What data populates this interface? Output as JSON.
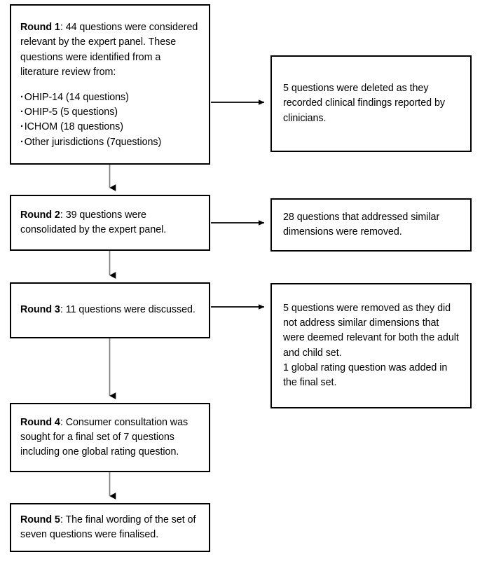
{
  "figure": {
    "type": "flowchart",
    "orientation": "vertical-with-side-exclusions",
    "accent_color": "#000000",
    "vertical_connector_color": "#808080",
    "horizontal_connector_color": "#000000",
    "background_color": "#ffffff"
  },
  "nodes": {
    "round1": {
      "label": "Round 1",
      "separator": ": ",
      "text": "44 questions were considered relevant by the expert panel. These questions were identified from a literature review from:",
      "bullets": [
        "OHIP-14 (14 questions)",
        "OHIP-5 (5 questions)",
        "ICHOM (18 questions)",
        "Other jurisdictions (7questions)"
      ]
    },
    "round2": {
      "label": "Round 2",
      "separator": ": ",
      "text": "39 questions were consolidated by the expert panel."
    },
    "round3": {
      "label": "Round 3",
      "separator": ": ",
      "text": "11 questions were discussed."
    },
    "round4": {
      "label": "Round 4",
      "separator": ": ",
      "text": "Consumer consultation was sought for a final set of 7 questions including one global rating question."
    },
    "round5": {
      "label": "Round 5",
      "separator": ": ",
      "text": "The final wording of the set of seven questions were finalised."
    },
    "exclusion1": {
      "text": "5 questions were deleted as they recorded clinical findings reported by clinicians."
    },
    "exclusion2": {
      "text": "28 questions that addressed similar dimensions were removed."
    },
    "exclusion3": {
      "line1": "5 questions were removed as they did not address similar dimensions that were deemed relevant for both the adult and child set.",
      "line2": "1 global rating question was added in the final set."
    }
  },
  "connectors": [
    {
      "name": "round1-to-exclusion1",
      "kind": "horizontal-arrow"
    },
    {
      "name": "round1-to-round2",
      "kind": "vertical-arrow"
    },
    {
      "name": "round2-to-exclusion2",
      "kind": "horizontal-arrow"
    },
    {
      "name": "round2-to-round3",
      "kind": "vertical-arrow"
    },
    {
      "name": "round3-to-exclusion3",
      "kind": "horizontal-arrow"
    },
    {
      "name": "round3-to-round4",
      "kind": "vertical-arrow"
    },
    {
      "name": "round4-to-round5",
      "kind": "vertical-arrow"
    }
  ]
}
